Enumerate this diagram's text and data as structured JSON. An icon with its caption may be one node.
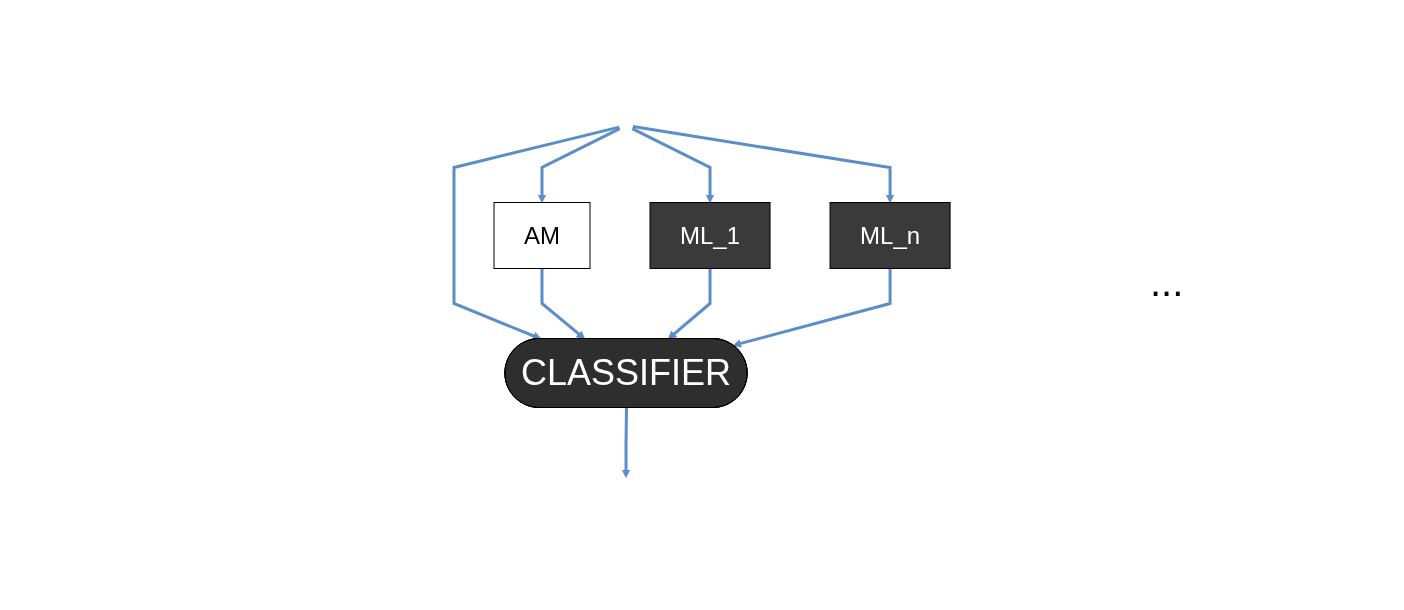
{
  "diagram": {
    "nodes": [
      {
        "text": [
          "AM"
        ]
      },
      {
        "text": [
          "ML_1"
        ]
      },
      {
        "text": [
          "ML_n"
        ]
      },
      {
        "text": [
          "CLASSIFIER"
        ]
      }
    ],
    "edges": [
      {
        "from": null,
        "to": 0,
        "arrow": "to"
      },
      {
        "from": null,
        "to": 1,
        "arrow": "to"
      },
      {
        "from": null,
        "to": 2,
        "arrow": "to"
      },
      {
        "from": null,
        "to": 3,
        "arrow": "to"
      },
      {
        "from": 0,
        "to": 3,
        "arrow": "to"
      },
      {
        "from": 1,
        "to": 3,
        "arrow": "to"
      },
      {
        "from": 2,
        "to": 3,
        "arrow": "to"
      },
      {
        "from": 3,
        "to": null,
        "arrow": "to"
      }
    ],
    "labels": [
      "..."
    ]
  }
}
